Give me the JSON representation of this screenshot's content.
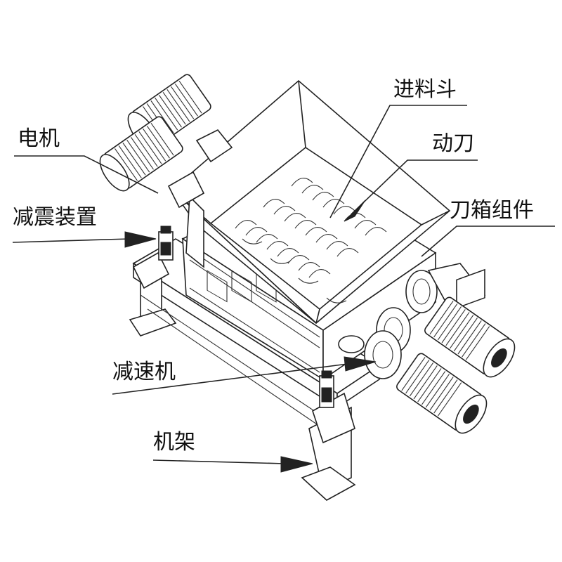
{
  "labels": {
    "hopper": "进料斗",
    "moving_blade": "动刀",
    "motor": "电机",
    "blade_box": "刀箱组件",
    "damper": "减震装置",
    "reducer": "减速机",
    "frame": "机架"
  },
  "colors": {
    "line": "#222222",
    "background": "#ffffff"
  }
}
